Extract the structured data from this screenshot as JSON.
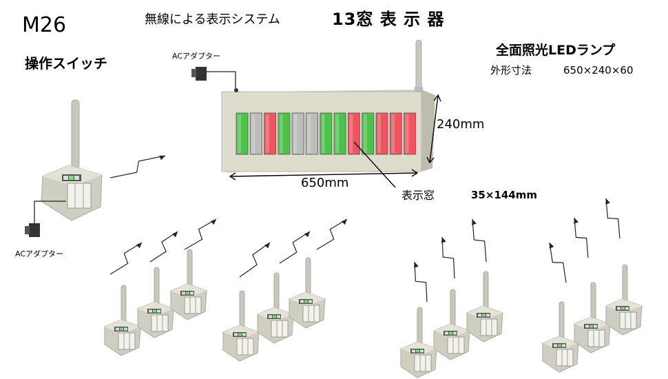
{
  "header": {
    "model": "M26",
    "system": "無線による表示システム",
    "title": "13窓 表 示 器"
  },
  "labels": {
    "switch": "操作スイッチ",
    "adapter_top": "ACアダプター",
    "adapter_left": "ACアダプター",
    "lamp": "全面照光LEDランプ",
    "dimensions_label": "外形寸法",
    "dimensions_value": "650×240×60",
    "height": "240mm",
    "width": "650mm",
    "window": "表示窓",
    "window_size": "35×144mm"
  },
  "display": {
    "windows": [
      "green",
      "gray",
      "red",
      "green",
      "gray",
      "gray",
      "green",
      "green",
      "red",
      "green",
      "red",
      "red",
      "red"
    ]
  },
  "colors": {
    "green": "#4ec24a",
    "red": "#f0545e",
    "gray": "#bdbdbd",
    "panel": "#d9d8c9",
    "switch_body": "#d6d6c8"
  }
}
